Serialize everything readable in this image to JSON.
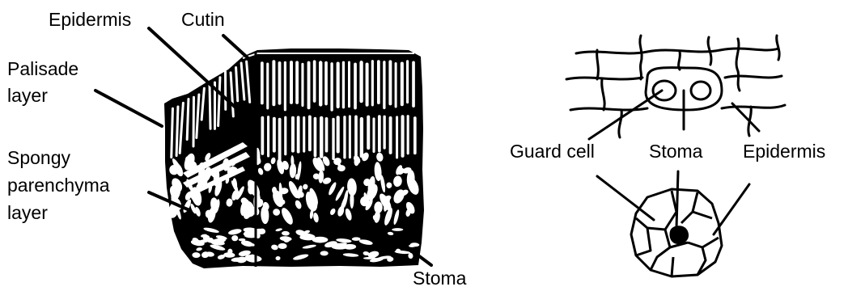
{
  "leaf_section": {
    "labels": {
      "epidermis": "Epidermis",
      "cutin": "Cutin",
      "palisade_line1": "Palisade",
      "palisade_line2": "layer",
      "spongy_line1": "Spongy",
      "spongy_line2": "parenchyma",
      "spongy_line3": "layer",
      "stoma": "Stoma"
    }
  },
  "epidermis_detail": {
    "labels": {
      "guard_cell": "Guard cell",
      "stoma": "Stoma",
      "epidermis": "Epidermis"
    }
  },
  "colors": {
    "ink": "#000000",
    "background": "#ffffff"
  }
}
